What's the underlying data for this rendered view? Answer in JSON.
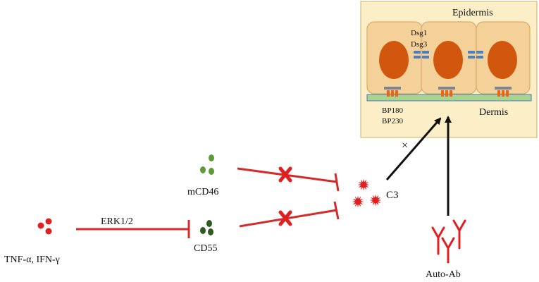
{
  "labels": {
    "tnf": "TNF-α, IFN-γ",
    "erk": "ERK1/2",
    "mcd46": "mCD46",
    "cd55": "CD55",
    "c3": "C3",
    "autoab": "Auto-Ab",
    "epidermis": "Epidermis",
    "dermis": "Dermis",
    "dsg1": "Dsg1",
    "dsg3": "Dsg3",
    "bp180": "BP180",
    "bp230": "BP230",
    "times": "×"
  },
  "colors": {
    "inhibition_red": "#d42a2a",
    "cytokine_red": "#e02020",
    "mcd46_green": "#5e9a35",
    "cd55_green": "#2f5a21",
    "skin_bg": "#fcefc8",
    "skin_border": "#c9b06a",
    "cell_fill": "#f5d19a",
    "cell_border": "#d9aa6c",
    "nucleus": "#d0570d",
    "membrane_green": "#a8d48f",
    "membrane_border": "#4a7ab8",
    "desmosome_blue": "#4a7fc1",
    "hemidesmosome_grey": "#7b8597",
    "hemidesmosome_orange": "#e8661a"
  },
  "icons": {
    "cytokine": "three-red-dots",
    "complement": "red-starburst",
    "antibody": "y-shaped-antibody",
    "blocked": "red-x-cross"
  }
}
